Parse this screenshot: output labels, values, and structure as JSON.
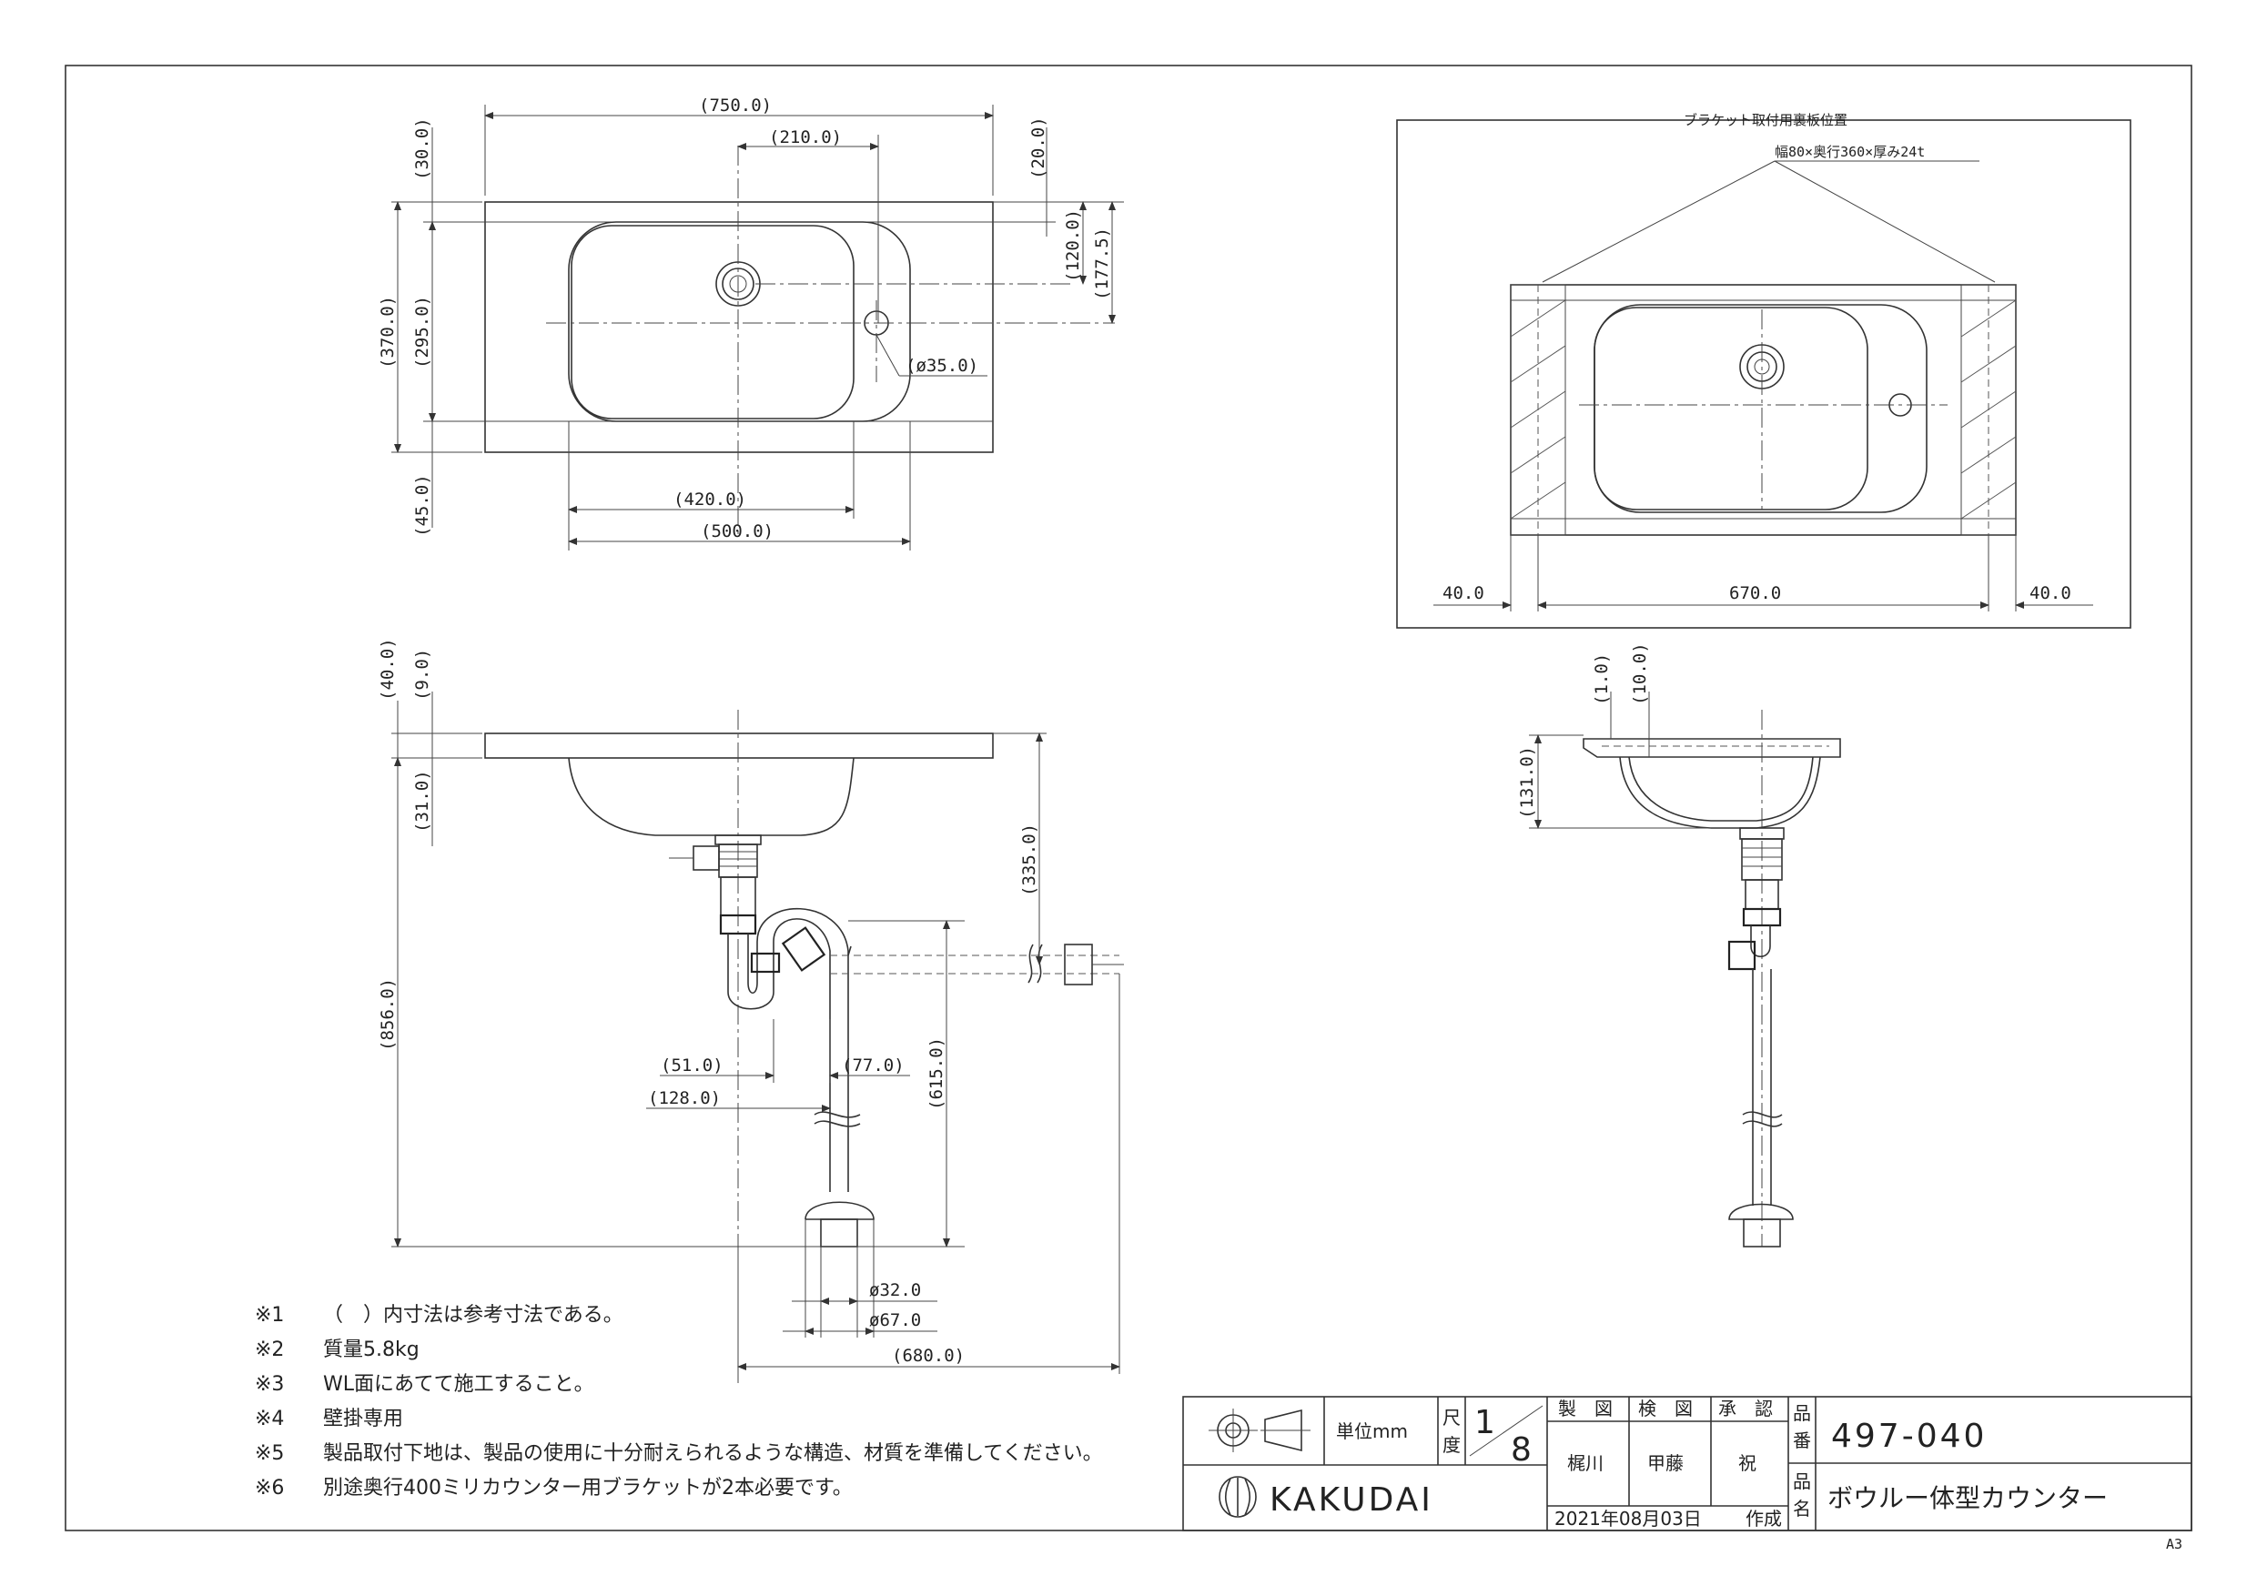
{
  "top_view": {
    "dims": {
      "overall_width": "(750.0)",
      "drain_offset": "(210.0)",
      "top_margin": "(30.0)",
      "overall_depth": "(370.0)",
      "bowl_depth": "(295.0)",
      "bottom_margin": "(45.0)",
      "right_top": "(20.0)",
      "right_120": "(120.0)",
      "right_1775": "(177.5)",
      "faucet_hole": "(ø35.0)",
      "bowl_inner": "(420.0)",
      "bowl_outer": "(500.0)"
    }
  },
  "bracket_view": {
    "title": "ブラケット取付用裏板位置",
    "board_spec": "幅80×奥行360×厚み24t",
    "dim_left": "40.0",
    "dim_center": "670.0",
    "dim_right": "40.0"
  },
  "front_view": {
    "dims": {
      "total": "(40.0)",
      "top_9": "(9.0)",
      "top_31": "(31.0)",
      "height_856": "(856.0)",
      "drop_335": "(335.0)",
      "trap_615": "(615.0)",
      "off_51": "(51.0)",
      "off_77": "(77.0)",
      "off_128": "(128.0)",
      "pipe_32": "ø32.0",
      "pipe_67": "ø67.0",
      "wall_680": "(680.0)"
    }
  },
  "side_view": {
    "dims": {
      "d1": "(1.0)",
      "d10": "(10.0)",
      "d131": "(131.0)"
    }
  },
  "notes": [
    {
      "mark": "※1",
      "text": "（　）内寸法は参考寸法である。"
    },
    {
      "mark": "※2",
      "text": "質量5.8kg"
    },
    {
      "mark": "※3",
      "text": "WL面にあてて施工すること。"
    },
    {
      "mark": "※4",
      "text": "壁掛専用"
    },
    {
      "mark": "※5",
      "text": "製品取付下地は、製品の使用に十分耐えられるような構造、材質を準備してください。"
    },
    {
      "mark": "※6",
      "text": "別途奥行400ミリカウンター用ブラケットが2本必要です。"
    }
  ],
  "title_block": {
    "unit_label": "単位mm",
    "scale_label_1": "尺",
    "scale_label_2": "度",
    "scale_num": "1",
    "scale_den": "8",
    "drawn_label": "製　図",
    "checked_label": "検　図",
    "approved_label": "承　認",
    "drawn_by": "梶川",
    "checked_by": "甲藤",
    "approved_by": "祝",
    "part_label_1": "品",
    "part_label_2": "番",
    "part_no": "497-040",
    "name_label_1": "品",
    "name_label_2": "名",
    "product_name": "ボウルー体型カウンター",
    "company": "KAKUDAI",
    "date": "2021年08月03日",
    "date_suffix": "作成",
    "paper_size": "A3"
  }
}
